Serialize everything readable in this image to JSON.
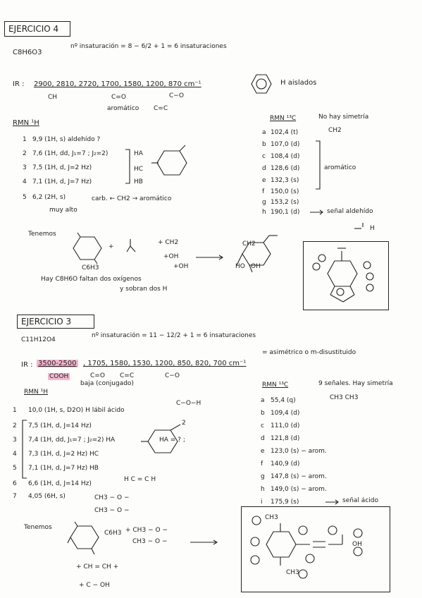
{
  "ej4": {
    "title": "EJERCICIO 4",
    "formula": "C8H6O3",
    "insat": "nº insaturación = 8 − 6/2 + 1 = 6 insaturaciones",
    "ir_label": "IR :",
    "ir_values": "2900, 2810, 2720, 1700, 1580, 1200, 870 cm⁻¹",
    "ir_ch": "CH",
    "ir_co": "C=O",
    "ir_aromatico": "aromático",
    "ir_co2": "C−O",
    "ir_cc": "C=C",
    "ir_aislados": "H aislados",
    "rmn1h_title": "RMN ¹H",
    "rmn1h": [
      {
        "n": "1",
        "text": "9,9 (1H, s)  aldehído ?"
      },
      {
        "n": "2",
        "text": "7,6 (1H, dd, J₁=7 ; J₂=2)"
      },
      {
        "n": "3",
        "text": "7,5 (1H, d, J=2 Hz)"
      },
      {
        "n": "4",
        "text": "7,1 (1H, d, J=7 Hz)"
      },
      {
        "n": "5",
        "text": "6,2 (2H, s)"
      }
    ],
    "ha": "HA",
    "hc": "HC",
    "hb": "HB",
    "carb_note": "carb. ← CH2 → aromático",
    "muy_alto": "muy alto",
    "rmn13c_title": "RMN ¹³C",
    "no_simetria": "No hay simetría",
    "ch2": "CH2",
    "rmn13c": [
      {
        "k": "a",
        "v": "102,4 (t)"
      },
      {
        "k": "b",
        "v": "107,0 (d)"
      },
      {
        "k": "c",
        "v": "108,4 (d)"
      },
      {
        "k": "d",
        "v": "128,6 (d)"
      },
      {
        "k": "e",
        "v": "132,3 (s)"
      },
      {
        "k": "f",
        "v": "150,0 (s)"
      },
      {
        "k": "g",
        "v": "153,2 (s)"
      },
      {
        "k": "h",
        "v": "190,1 (d)"
      }
    ],
    "aromatico": "aromático",
    "senal_aldehido": "señal aldehído",
    "tenemos": "Tenemos",
    "c6h3": "C6H3",
    "plus_ch2": "+ CH2",
    "oh1": "+OH",
    "oh2": "+OH",
    "faltan": "Hay C8H6O faltan dos oxígenos",
    "sobran": "y sobran dos H"
  },
  "ej3": {
    "title": "EJERCICIO 3",
    "formula": "C11H12O4",
    "insat": "nº insaturación = 11 − 12/2 + 1 = 6 insaturaciones",
    "ir_label": "IR :",
    "ir_range": "3500-2500",
    "ir_values": ", 1705, 1580, 1530, 1200, 850, 820, 700 cm⁻¹",
    "ir_cooh": "COOH",
    "ir_co": "C=O",
    "ir_baja": "baja (conjugado)",
    "ir_cc": "C=C",
    "ir_co2": "C−O",
    "ir_note": "= asimétrico o m-disustituido",
    "rmn1h_title": "RMN ¹H",
    "rmn1h": [
      {
        "n": "1",
        "text": "10,0 (1H, s, D2O) H lábil ácido"
      },
      {
        "n": "2",
        "text": "7,5 (1H, d, J=14 Hz)"
      },
      {
        "n": "3",
        "text": "7,4 (1H, dd, J₁=7 ; J₂=2) HA"
      },
      {
        "n": "4",
        "text": "7,3 (1H, d, J=2 Hz)  HC"
      },
      {
        "n": "5",
        "text": "7,1 (1H, d, J=7 Hz)  HB"
      },
      {
        "n": "6",
        "text": "6,6 (1H, d, J=14 Hz)"
      },
      {
        "n": "7",
        "text": "4,05 (6H, s)"
      }
    ],
    "acid": "C−O−H",
    "ha_eq": "HA = ? ;",
    "ch3o1": "CH3 − O −",
    "ch3o2": "CH3 − O −",
    "rmn13c_title": "RMN ¹³C",
    "senales": "9 señales. Hay simetría",
    "ch3_note": "CH3  CH3",
    "rmn13c": [
      {
        "k": "a",
        "v": "55,4 (q)"
      },
      {
        "k": "b",
        "v": "109,4 (d)"
      },
      {
        "k": "c",
        "v": "111,0 (d)"
      },
      {
        "k": "d",
        "v": "121,8 (d)"
      },
      {
        "k": "e",
        "v": "123,0 (s) − arom."
      },
      {
        "k": "f",
        "v": "140,9 (d)"
      },
      {
        "k": "g",
        "v": "147,8 (s) − arom."
      },
      {
        "k": "h",
        "v": "149,0 (s) − arom."
      },
      {
        "k": "i",
        "v": "175,9 (s)"
      }
    ],
    "senal_acido": "señal ácido",
    "tenemos": "Tenemos",
    "c6h3": "C6H3",
    "plus_ch3o": "+ CH3 − O −",
    "ch3o3": "CH3 − O −",
    "ch_eq": "+ CH = CH +",
    "cooh": "+ C − OH"
  }
}
